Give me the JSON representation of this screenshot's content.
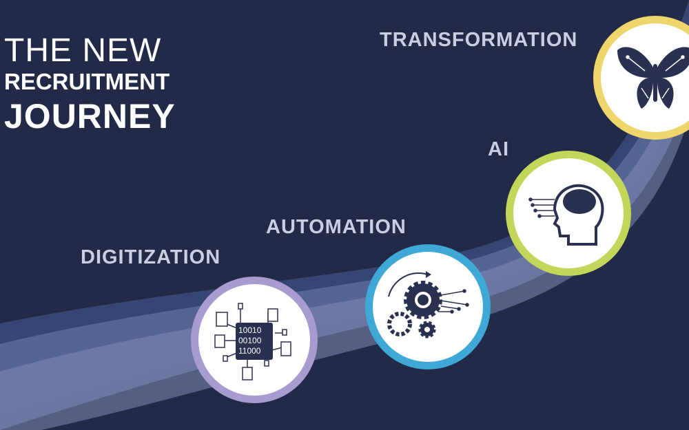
{
  "title": {
    "line1": "THE NEW",
    "line2": "RECRUITMENT",
    "line3": "JOURNEY"
  },
  "stages": [
    {
      "label": "DIGITIZATION",
      "icon": "binary-chip-icon",
      "color": "#a99bd0",
      "binary": [
        "10010",
        "00100",
        "11000"
      ]
    },
    {
      "label": "AUTOMATION",
      "icon": "gears-icon",
      "color": "#3fa8d6"
    },
    {
      "label": "AI",
      "icon": "brain-head-icon",
      "color": "#c3d65a"
    },
    {
      "label": "TRANSFORMATION",
      "icon": "butterfly-circuit-icon",
      "color": "#eed66c"
    }
  ],
  "colors": {
    "background": "#222a48",
    "band": "#5a6a98",
    "text": "#c9cee2"
  }
}
